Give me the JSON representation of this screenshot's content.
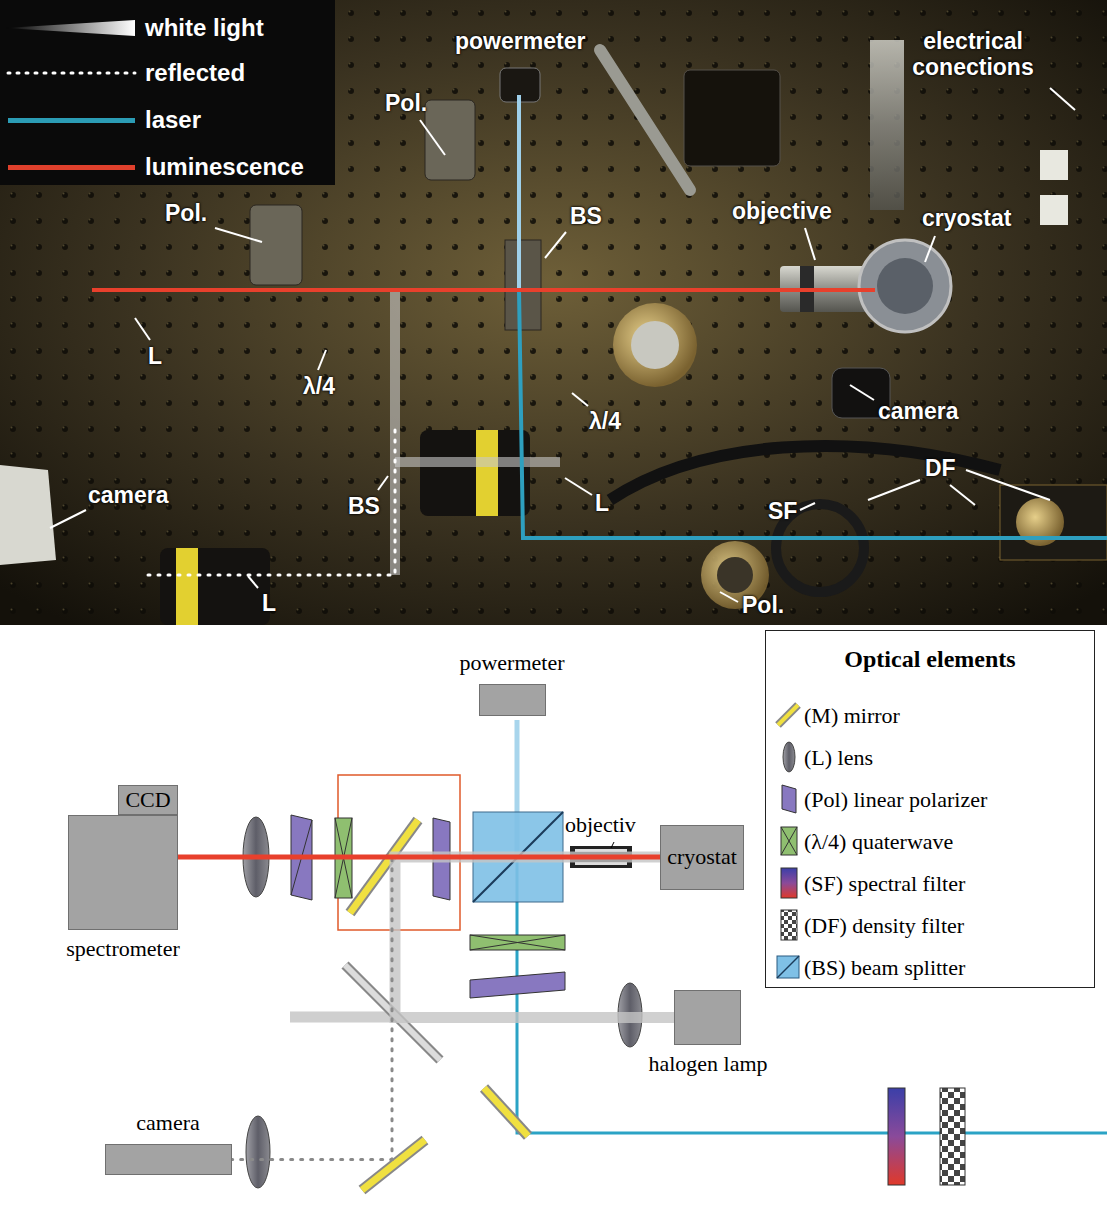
{
  "diagram": {
    "nodes": [
      {
        "text": [
          "powermeter"
        ]
      },
      {
        "text": [
          "Optical elements"
        ]
      },
      {
        "text": [
          "cryostat"
        ]
      },
      {
        "text": [
          "CCD"
        ]
      },
      {
        "text": [
          "spectrometer"
        ]
      },
      {
        "text": [
          "halogen lamp"
        ]
      },
      {
        "text": [
          "camera"
        ]
      }
    ],
    "edges": [
      {
        "from": 2,
        "to": 4,
        "arrow": "none"
      },
      {
        "from": 5,
        "to": 2,
        "arrow": "none"
      },
      {
        "from": 2,
        "to": 6,
        "arrow": "none"
      }
    ],
    "labels": [
      "powermeter",
      "electrical conections",
      "Pol.",
      "Pol.",
      "BS",
      "objective",
      "cryostat",
      "L",
      "λ/4",
      "λ/4",
      "camera",
      "DF",
      "BS",
      "L",
      "SF",
      "camera",
      "L",
      "Pol.",
      "objectiv"
    ],
    "legend": [
      {
        "text": "white light"
      },
      {
        "text": "reflected"
      },
      {
        "text": "laser",
        "color": "#2b9cb5"
      },
      {
        "text": "luminescence",
        "color": "#e0402c"
      },
      {
        "text": "(M) mirror"
      },
      {
        "text": "(L) lens"
      },
      {
        "text": "(Pol) linear polarizer"
      },
      {
        "text": "(λ/4) quaterwave"
      },
      {
        "text": "(SF) spectral filter"
      },
      {
        "text": "(DF) density filter"
      },
      {
        "text": "(BS) beam splitter"
      }
    ]
  }
}
